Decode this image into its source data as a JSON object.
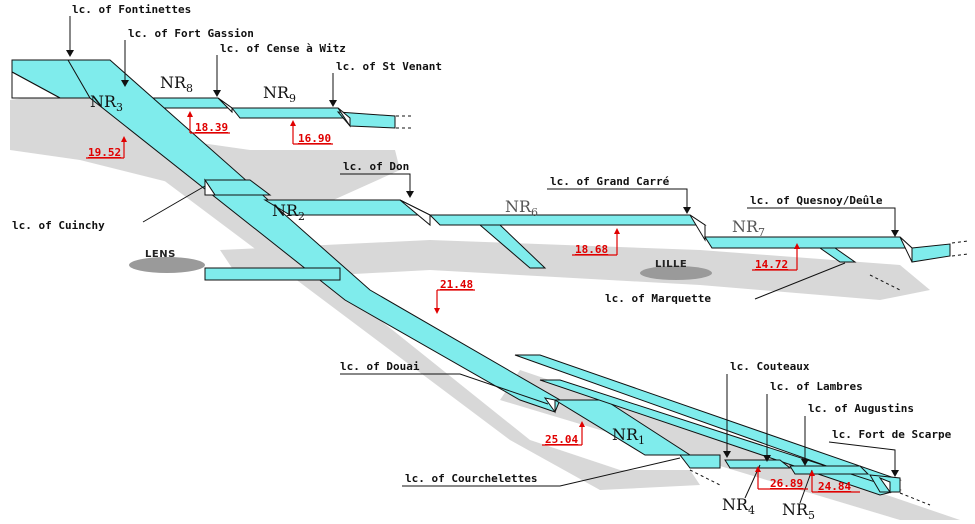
{
  "locks": {
    "fontinettes": "lc. of Fontinettes",
    "fort_gassion": "lc. of Fort Gassion",
    "cense_witz": "lc. of Cense à Witz",
    "st_venant": "lc. of St Venant",
    "cuinchy": "lc. of Cuinchy",
    "don": "lc. of Don",
    "grand_carre": "lc. of Grand Carré",
    "quesnoy_deule": "lc. of Quesnoy/Deûle",
    "marquette": "lc. of Marquette",
    "douai": "lc. of Douai",
    "courchelettes": "lc. of Courchelettes",
    "couteaux": "lc. Couteaux",
    "lambres": "lc. of Lambres",
    "augustins": "lc. of Augustins",
    "fort_de_scarpe": "lc. Fort de Scarpe"
  },
  "reaches": {
    "nr1": {
      "base": "NR",
      "sub": "1"
    },
    "nr2": {
      "base": "NR",
      "sub": "2"
    },
    "nr3": {
      "base": "NR",
      "sub": "3"
    },
    "nr4": {
      "base": "NR",
      "sub": "4"
    },
    "nr5": {
      "base": "NR",
      "sub": "5"
    },
    "nr6": {
      "base": "NR",
      "sub": "6"
    },
    "nr7": {
      "base": "NR",
      "sub": "7"
    },
    "nr8": {
      "base": "NR",
      "sub": "8"
    },
    "nr9": {
      "base": "NR",
      "sub": "9"
    }
  },
  "elevations": {
    "e1952": "19.52",
    "e1839": "18.39",
    "e1690": "16.90",
    "e1868": "18.68",
    "e1472": "14.72",
    "e2148": "21.48",
    "e2504": "25.04",
    "e2689": "26.89",
    "e2484": "24.84"
  },
  "cities": {
    "lens": "LENS",
    "lille": "LILLE"
  },
  "colors": {
    "water": "#7fecec",
    "shadow": "#d8d8d8",
    "elevation": "#e00000"
  }
}
